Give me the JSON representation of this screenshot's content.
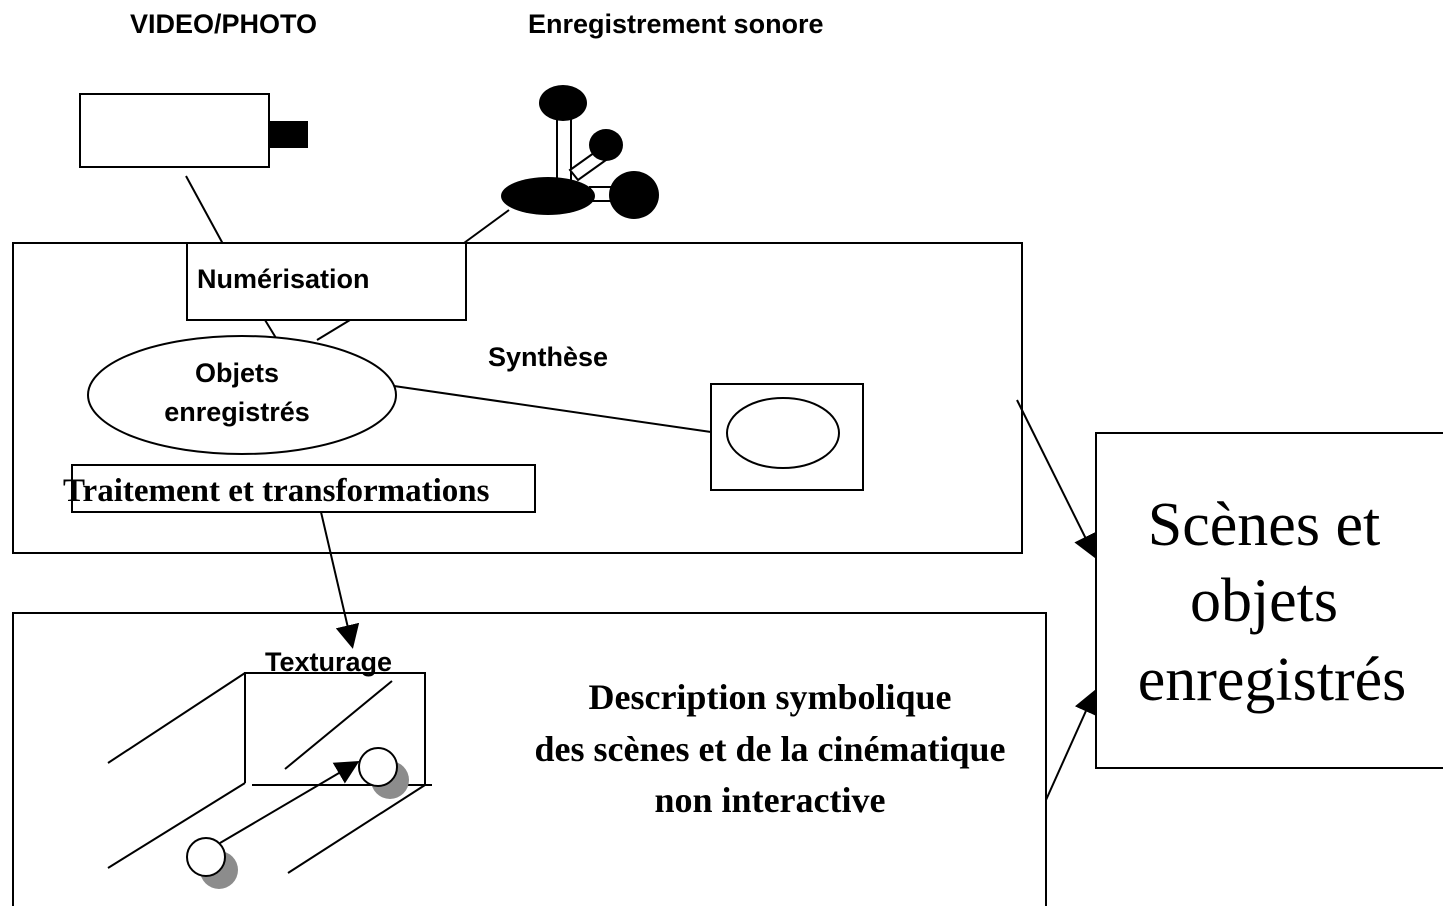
{
  "labels": {
    "video_photo": "VIDEO/PHOTO",
    "sound_recording": "Enregistrement sonore",
    "digitization": "Numérisation",
    "recorded_objects_line1": "Objets",
    "recorded_objects_line2": "enregistrés",
    "synthesis": "Synthèse",
    "processing": "Traitement et transformations",
    "texturing": "Texturage",
    "description_line1": "Description symbolique",
    "description_line2": "des scènes et de la cinématique",
    "description_line3": "non interactive",
    "scenes_line1": "Scènes  et",
    "scenes_line2": "objets",
    "scenes_line3": "enregistrés"
  },
  "colors": {
    "stroke": "#000000",
    "shadow": "#8c8c8c",
    "background": "#ffffff"
  },
  "icons": {
    "camera": "video-camera-icon",
    "microphone": "microphone-icon",
    "monitor": "monitor-icon"
  }
}
